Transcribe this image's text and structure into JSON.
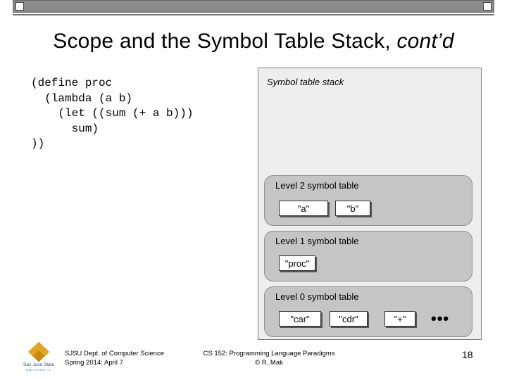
{
  "slide": {
    "title_main": "Scope and the Symbol Table Stack, ",
    "title_italic": "cont’d",
    "code": "(define proc\n  (lambda (a b)\n    (let ((sum (+ a b)))\n      sum)\n))"
  },
  "diagram": {
    "stack_title": "Symbol table stack",
    "levels": [
      {
        "label": "Level 2 symbol table",
        "entries": [
          "\"a\"",
          "\"b\""
        ]
      },
      {
        "label": "Level 1 symbol table",
        "entries": [
          "\"proc\""
        ]
      },
      {
        "label": "Level 0 symbol table",
        "entries": [
          "\"car\"",
          "\"cdr\"",
          "\"+\""
        ],
        "ellipsis": "•••"
      }
    ]
  },
  "footer": {
    "left_line1": "SJSU Dept. of Computer Science",
    "left_line2": "Spring 2014: April 7",
    "center_line1": "CS 152: Programming Language Paradigms",
    "center_line2": "© R. Mak",
    "page_number": "18",
    "logo_text_line1": "San José State",
    "logo_text_line2": "UNIVERSITY"
  },
  "colors": {
    "level_fill": "#c5c5c5",
    "stack_fill": "#eeeeee",
    "logo_gold": "#e0a526",
    "logo_blue": "#1f4e8c"
  }
}
